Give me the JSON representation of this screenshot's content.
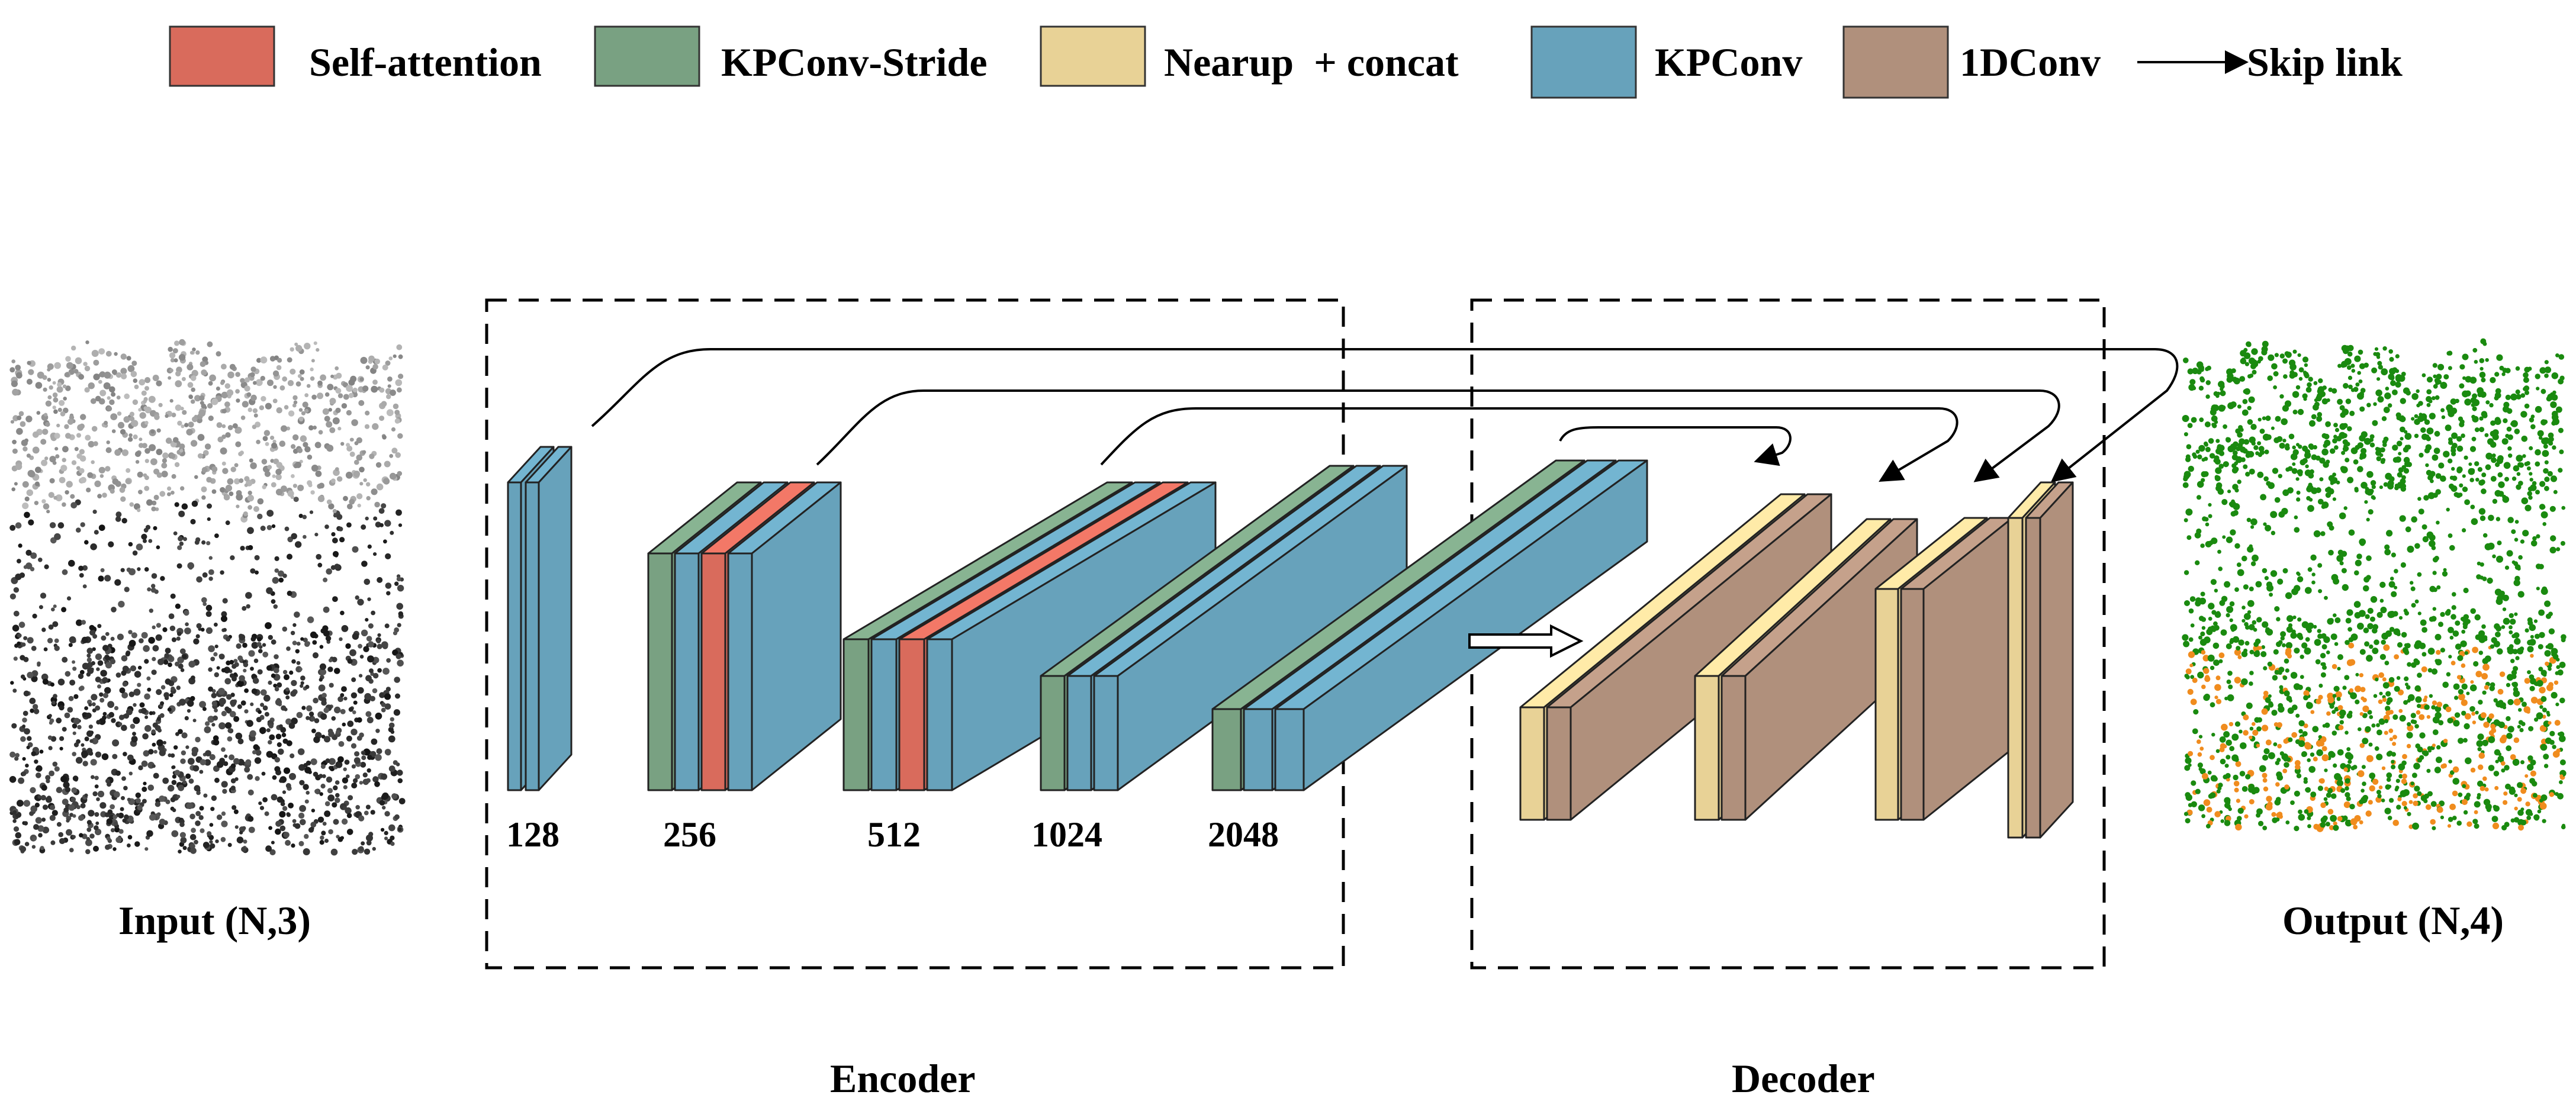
{
  "legend": {
    "items": [
      {
        "label": "Self-attention",
        "color": "#d96b5c"
      },
      {
        "label": "KPConv-Stride",
        "color": "#79a182"
      },
      {
        "label": "Nearup  + concat",
        "color": "#e8d296"
      },
      {
        "label": "KPConv",
        "color": "#67a2bb"
      },
      {
        "label": "1DConv",
        "color": "#b0907c"
      }
    ],
    "skip_label": "Skip link"
  },
  "input_label": "Input (N,3)",
  "output_label": "Output (N,4)",
  "encoder_label": "Encoder",
  "decoder_label": "Decoder",
  "encoder_channels": [
    "128",
    "256",
    "512",
    "1024",
    "2048"
  ],
  "colors": {
    "attention": "#d96b5c",
    "stride": "#79a182",
    "nearup": "#e8d296",
    "kpconv": "#67a2bb",
    "conv1d": "#b0907c",
    "input_cloud": "#555555",
    "output_green": "#1a8a0f",
    "output_orange": "#f08c1e"
  }
}
